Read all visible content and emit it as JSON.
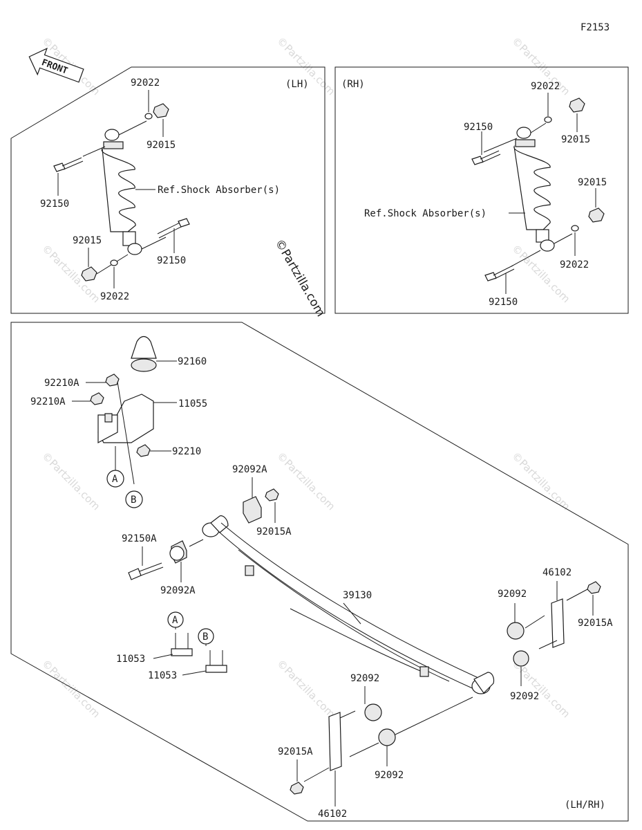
{
  "figure_code": "F2153",
  "front_arrow": {
    "text": "FRONT"
  },
  "copyright": "©Partzilla.com",
  "watermark": "©Partzilla.com",
  "panels": {
    "lh": {
      "tag": "(LH)",
      "ref": "Ref.Shock Absorber(s)"
    },
    "rh": {
      "tag": "(RH)",
      "ref": "Ref.Shock Absorber(s)"
    },
    "lower": {
      "tag": "(LH/RH)"
    }
  },
  "labels": {
    "lh_92022_top": "92022",
    "lh_92015_top": "92015",
    "lh_92150_left": "92150",
    "lh_92015_bottom": "92015",
    "lh_92150_right": "92150",
    "lh_92022_bottom": "92022",
    "rh_92022_top": "92022",
    "rh_92150_top": "92150",
    "rh_92015_top": "92015",
    "rh_92015_mid": "92015",
    "rh_92022_bottom": "92022",
    "rh_92150_bottom": "92150",
    "l_92160": "92160",
    "l_92210A_1": "92210A",
    "l_92210A_2": "92210A",
    "l_11055": "11055",
    "l_92210": "92210",
    "l_A": "A",
    "l_B": "B",
    "l_92092A_top": "92092A",
    "l_92015A_top": "92015A",
    "l_92150A": "92150A",
    "l_92092A_bottom": "92092A",
    "l_39130": "39130",
    "l_46102_top": "46102",
    "l_92092_r1": "92092",
    "l_92015A_right": "92015A",
    "l_92092_r2": "92092",
    "l_A2": "A",
    "l_B2": "B",
    "l_11053_1": "11053",
    "l_11053_2": "11053",
    "l_92092_c1": "92092",
    "l_92015A_bottom": "92015A",
    "l_92092_c2": "92092",
    "l_46102_bottom": "46102"
  }
}
